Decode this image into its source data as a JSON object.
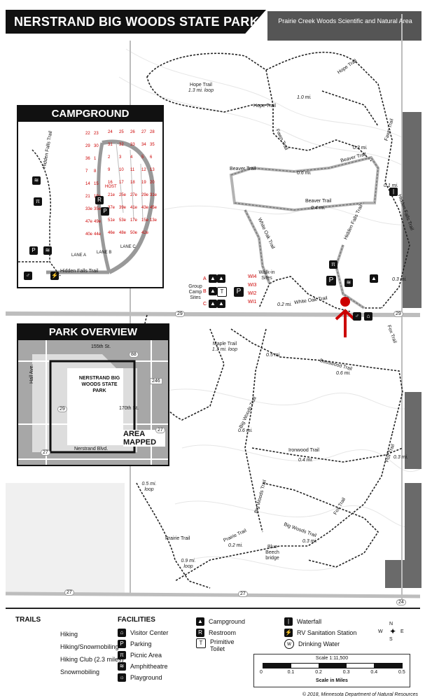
{
  "title": "NERSTRAND BIG WOODS STATE PARK",
  "sna_label": "Prairie Creek Woods Scientific and Natural Area",
  "trail_labels": {
    "hope_trail": "Hope Trail",
    "hope_trail_loop": "1.3 mi. loop",
    "hope_trail_2": "Hope Trail",
    "hope_trail_3": "Hope Trail",
    "fawn_trail": "Fawn Trail",
    "fawn_trail_2": "Fawn Trail",
    "beaver_trail": "Beaver Trail",
    "beaver_trail_2": "Beaver Trail",
    "beaver_trail_3": "Beaver Trail",
    "white_oak_trail": "White Oak Trail",
    "white_oak_trail_2": "White Oak Trail",
    "hidden_falls_trail": "Hidden Falls Trail",
    "hidden_falls_trail_2": "Hidden Falls Trail",
    "hidden_falls_trail_3": "Hidden Falls Trail",
    "maple_trail": "Maple Trail",
    "maple_trail_loop": "1.3 mi. loop",
    "basswood_trail": "Basswood Trail",
    "big_woods_trail": "Big Woods Trail",
    "big_woods_trail_2": "Big Woods Trail",
    "big_woods_trail_3": "Big Woods Trail",
    "ironwood_trail": "Ironwood Trail",
    "fox_trail": "Fox Trail",
    "fox_trail_2": "Fox Trail",
    "fox_trail_3": "Fox Trail",
    "prairie_trail": "Prairie Trail",
    "prairie_trail_2": "Prairie Trail",
    "prairie_loop": "0.9 mi. loop",
    "blue_beech_bridge": "Blue Beech bridge",
    "loop_05": "0.5 mi. loop",
    "walk_in_sites": "Walk-in Sites",
    "group_camp_sites": "Group Camp Sites"
  },
  "distances": [
    "1.0 mi.",
    "0.3 mi.",
    "0.6 mi.",
    "0.4 mi.",
    "0.2 mi.",
    "0.5 mi.",
    "0.1 mi.",
    "0.3 mi.",
    "0.6 mi.",
    "0.6 mi.",
    "0.4 mi.",
    "0.3 mi.",
    "0.2 mi.",
    "0.3 mi."
  ],
  "walk_in_site_labels": [
    "WI4",
    "WI3",
    "WI2",
    "WI1"
  ],
  "group_site_labels": [
    "A",
    "B",
    "C"
  ],
  "road_labels": {
    "road_29": "29",
    "road_27_a": "27",
    "road_27_b": "27",
    "road_24": "24",
    "road_88": "88"
  },
  "campground_inset": {
    "heading": "CAMPGROUND",
    "hidden_falls_trail": "Hidden Falls Trail",
    "hidden_falls_trail_2": "Hidden Falls Trail",
    "lane_a": "LANE A",
    "lane_b": "LANE B",
    "lane_c": "LANE C",
    "host": "HOST",
    "sites": [
      "22",
      "23",
      "24",
      "25",
      "26",
      "27",
      "28",
      "29",
      "30",
      "31",
      "32",
      "33",
      "34",
      "35",
      "36",
      "1",
      "2",
      "3",
      "4",
      "5",
      "6",
      "7",
      "8",
      "9",
      "10",
      "11",
      "12",
      "13",
      "14",
      "15",
      "16",
      "17",
      "18",
      "19",
      "20",
      "21",
      "19e",
      "21e",
      "25e",
      "27e",
      "29e",
      "31e",
      "33e",
      "35e",
      "37e",
      "39e",
      "41e",
      "43e",
      "45e",
      "47e",
      "49e",
      "51e",
      "53e",
      "17e",
      "15e",
      "13e",
      "40e",
      "44e",
      "46e",
      "48e",
      "50e",
      "42e"
    ]
  },
  "overview_inset": {
    "heading": "PARK OVERVIEW",
    "road_155th": "155th St.",
    "road_170th": "170th St.",
    "hall_ave": "Hall Ave.",
    "nerstrand_blvd": "Nerstrand Blvd.",
    "park_name": "NERSTRAND BIG WOODS STATE PARK",
    "area_mapped": "AREA MAPPED",
    "road_88": "88",
    "road_246": "246",
    "road_29": "29",
    "road_27a": "27",
    "road_27b": "27"
  },
  "legend": {
    "trails_heading": "TRAILS",
    "trails": [
      "Hiking",
      "Hiking/Snowmobiling",
      "Hiking Club (2.3 miles)",
      "Snowmobiling"
    ],
    "facilities_heading": "FACILITIES",
    "facilities_col1": [
      {
        "icon": "visitor-center-icon",
        "label": "Visitor Center"
      },
      {
        "icon": "parking-icon",
        "label": "Parking"
      },
      {
        "icon": "picnic-area-icon",
        "label": "Picnic Area"
      },
      {
        "icon": "amphitheatre-icon",
        "label": "Amphitheatre"
      },
      {
        "icon": "playground-icon",
        "label": "Playground"
      }
    ],
    "facilities_col2": [
      {
        "icon": "campground-icon",
        "label": "Campground"
      },
      {
        "icon": "restroom-icon",
        "label": "Restroom"
      },
      {
        "icon": "primitive-toilet-icon",
        "label": "Primitive Toilet"
      }
    ],
    "facilities_col3": [
      {
        "icon": "waterfall-icon",
        "label": "Waterfall"
      },
      {
        "icon": "rv-sanitation-icon",
        "label": "RV Sanitation Station"
      },
      {
        "icon": "drinking-water-icon",
        "label": "Drinking Water"
      }
    ],
    "scale_title": "Scale 1:11,500",
    "scale_ticks": [
      "0",
      "0.1",
      "0.2",
      "0.3",
      "0.4",
      "0.5"
    ],
    "scale_units": "Scale in Miles",
    "copyright": "© 2018, Minnesota Department of Natural Resources",
    "compass": {
      "n": "N",
      "s": "S",
      "e": "E",
      "w": "W"
    }
  },
  "colors": {
    "trail": "#222222",
    "road": "#c8c8c8",
    "highlight": "#cc0000",
    "dark_fill": "#555555",
    "inset_fill": "#dcdcdc"
  }
}
